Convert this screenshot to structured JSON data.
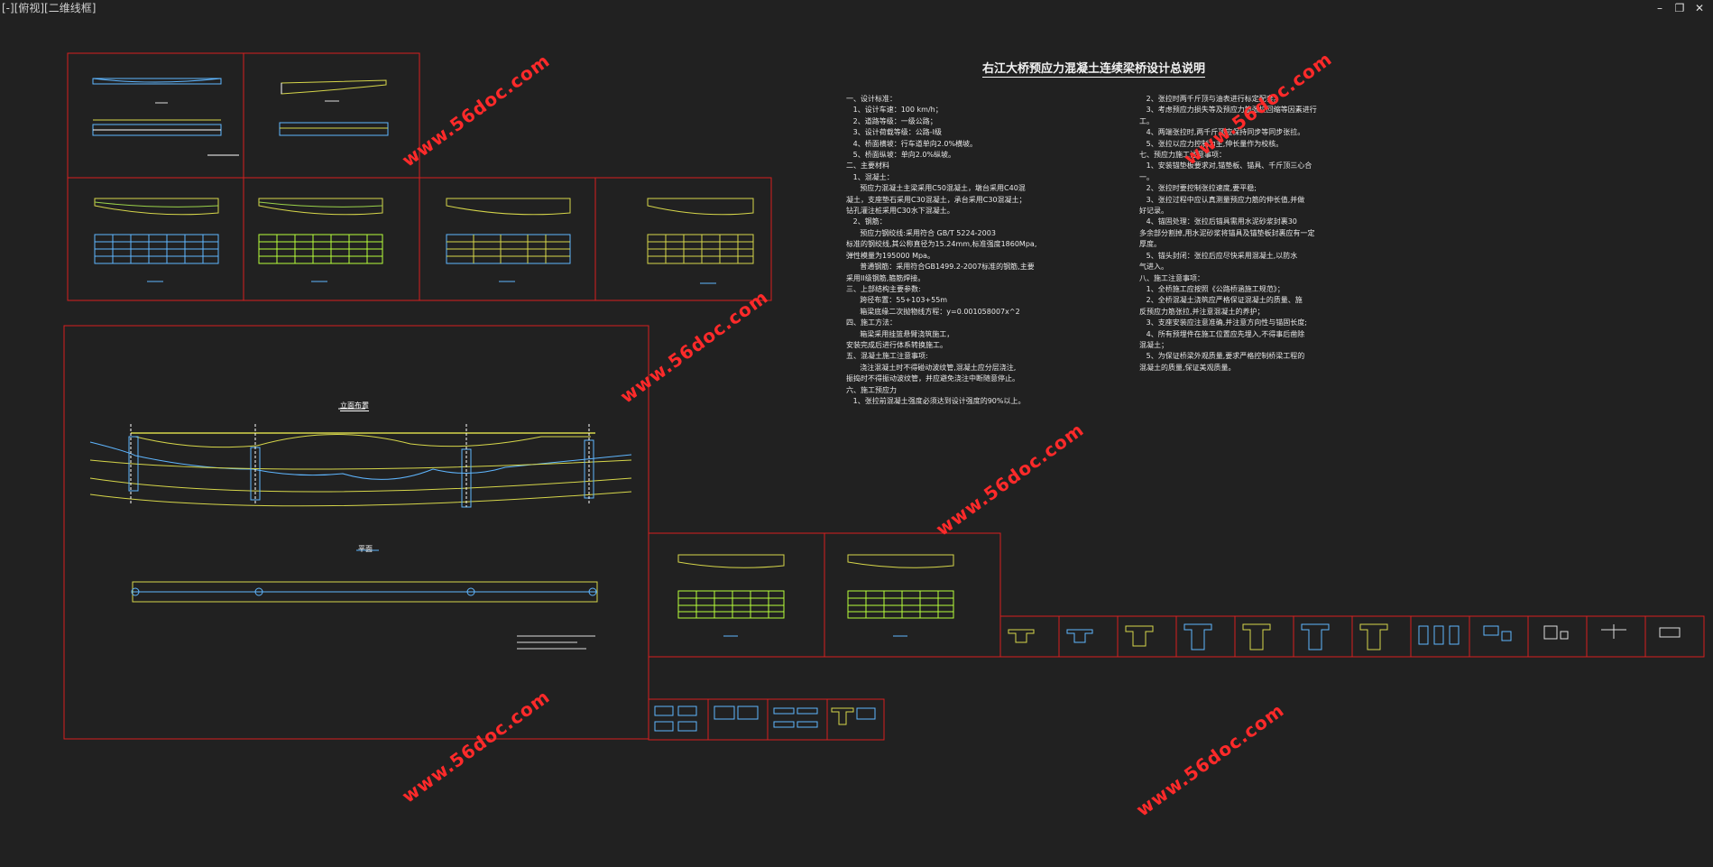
{
  "viewport_label": "[-][俯视][二维线框]",
  "window_controls": {
    "minimize": "–",
    "restore": "❐",
    "close": "✕"
  },
  "title": "右江大桥预应力混凝土连续梁桥设计总说明",
  "elevation_caption": "立面布置",
  "plan_caption": "平面",
  "watermark": "www.56doc.com",
  "notes_left": "一、设计标准：\n   1、设计车速：100 km/h；\n   2、道路等级：一级公路；\n   3、设计荷载等级：公路-I级\n   4、桥面横坡：行车道单向2.0%横坡。\n   5、桥面纵坡：单向2.0%纵坡。\n二、主要材料\n   1、混凝土：\n      预应力混凝土主梁采用C50混凝土，墩台采用C40混\n凝土，支座垫石采用C30混凝土，承台采用C30混凝土；\n钻孔灌注桩采用C30水下混凝土。\n   2、钢筋：\n      预应力钢绞线:采用符合 GB/T 5224-2003\n标准的钢绞线,其公称直径为15.24mm,标准强度1860Mpa,\n弹性模量为195000 Mpa。\n      普通钢筋：采用符合GB1499.2-2007标准的钢筋,主要\n采用II级钢筋,箍筋焊接。\n三、上部结构主要参数:\n      跨径布置：55+103+55m\n      箱梁底缘二次抛物线方程：y=0.001058007x^2\n四、施工方法：\n      箱梁采用挂篮悬臂浇筑施工，\n安装完成后进行体系转换施工。\n五、混凝土施工注意事项:\n      浇注混凝土时不得碰动波纹管,混凝土应分层浇注,\n振捣时不得振动波纹管，并应避免浇注中断随意停止。\n六、施工预应力\n   1、张拉前混凝土强度必须达到设计强度的90%以上。",
  "notes_right": "   2、张拉时两千斤顶与油表进行标定配套。\n   3、考虑预应力损失等及预应力筋张拉回缩等因素进行\n工。\n   4、两端张拉时,两千斤顶应保持同步等同步张拉。\n   5、张拉以应力控制为主,伸长量作为校核。\n七、预应力施工注意事项：\n   1、安装锚垫板要求对,锚垫板、锚具、千斤顶三心合\n一。\n   2、张拉时要控制张拉速度,要平稳;\n   3、张拉过程中应认真测量预应力筋的伸长值,并做\n好记录。\n   4、锚固处理：张拉后锚具需用水泥砂浆封裹30\n多余部分割掉,用水泥砂浆将锚具及锚垫板封裹应有一定\n厚度。\n   5、锚头封闭：张拉后应尽快采用混凝土,以防水\n气进入。\n八、施工注意事项：\n   1、全桥施工应按照《公路桥涵施工规范》；\n   2、全桥混凝土浇筑应严格保证混凝土的质量、施\n反预应力筋张拉,并注意混凝土的养护；\n   3、支座安装应注意准确,并注意方向性与锚固长度;\n   4、所有预埋件在施工位置应先埋入,不得事后凿除\n混凝土；\n   5、为保证桥梁外观质量,要求严格控制桥梁工程的\n混凝土的质量,保证美观质量。"
}
